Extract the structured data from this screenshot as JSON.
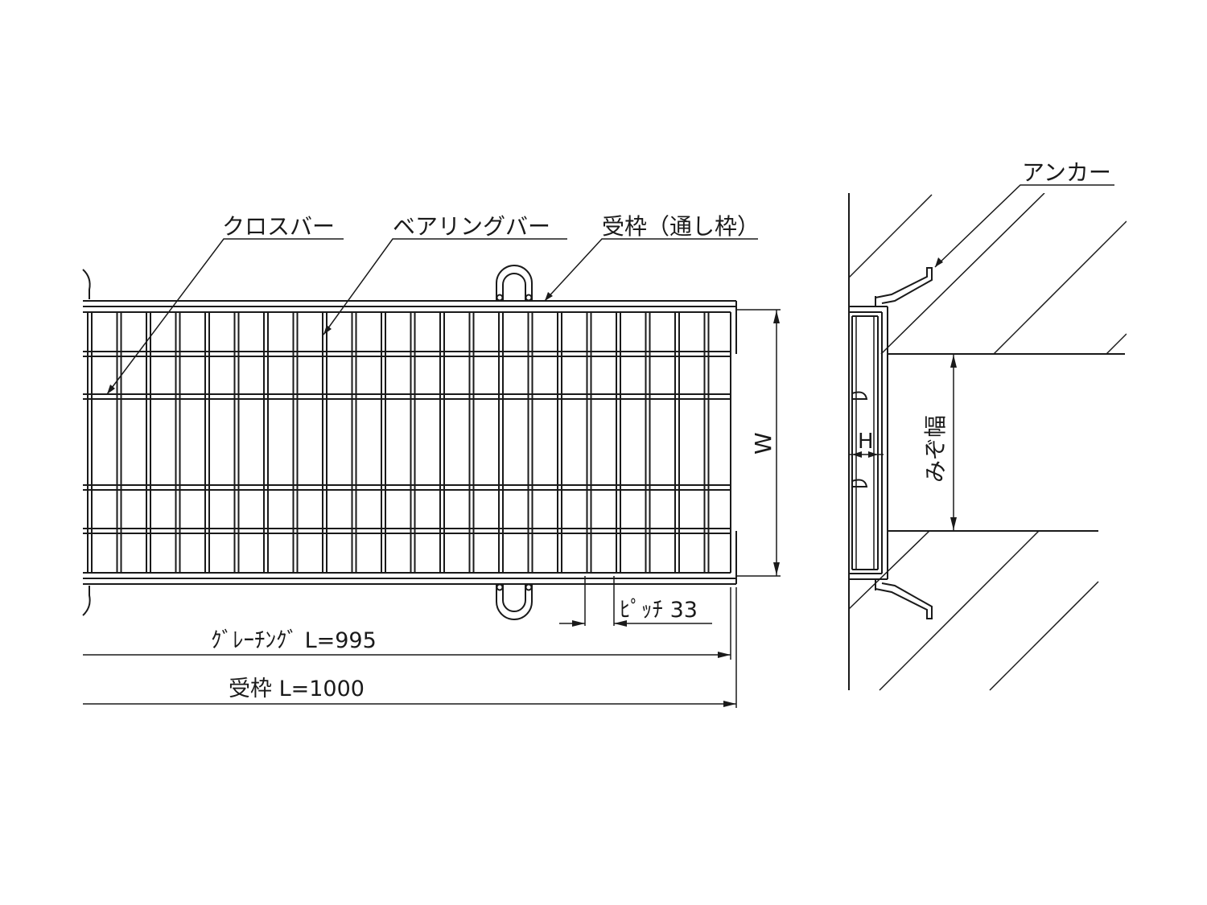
{
  "labels": {
    "cross_bar": "クロスバー",
    "bearing_bar": "ベアリングバー",
    "frame": "受枠（通し枠）",
    "anchor": "アンカー",
    "width": "W",
    "height": "H",
    "channel_width": "みぞ幅",
    "pitch": "ﾋﾟｯﾁ 33",
    "grating_length": "ｸﾞﾚｰﾁﾝｸﾞ L=995",
    "frame_length": "受枠 L=1000"
  },
  "colors": {
    "line": "#1a1a1a",
    "background": "#ffffff"
  }
}
